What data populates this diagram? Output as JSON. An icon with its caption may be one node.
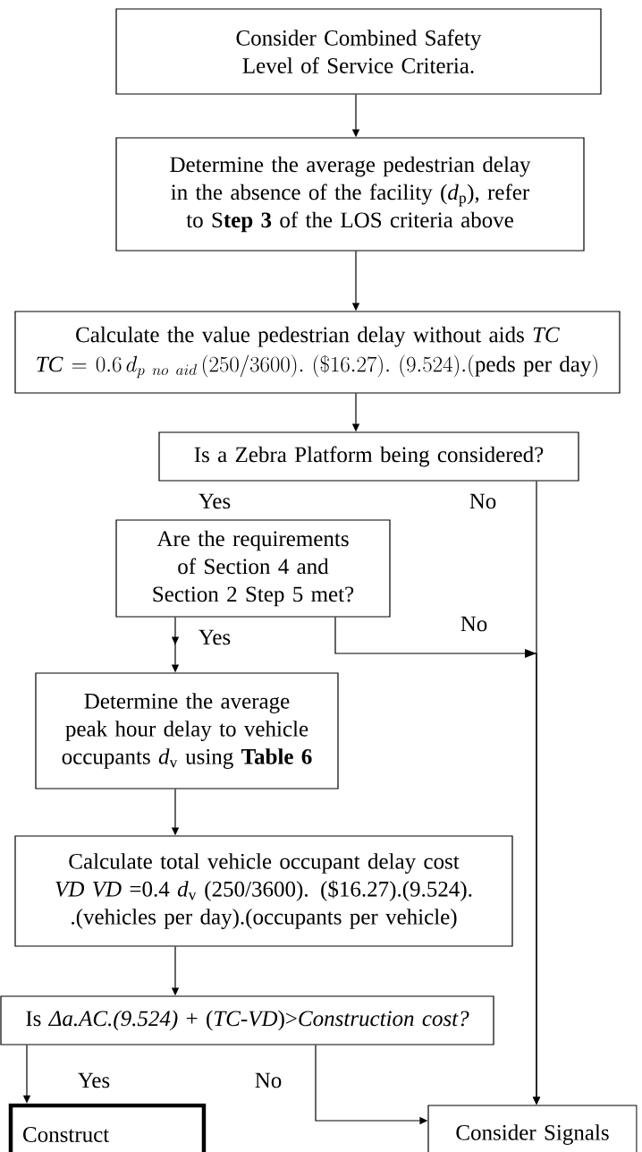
{
  "diagram": {
    "nodes": [
      {
        "text": [
          "Consider Combined Safety Level of Service Criteria."
        ]
      },
      {
        "text": [
          "Determine the average pedestrian delay in the absence of the facility (*d*$_{p}$), refer to S**tep 3** of the LOS criteria above"
        ]
      },
      {
        "text": [
          "Calculate the value pedestrian delay without aids *TC*",
          "\\mathit{TC}=0.6\\,d_{p\\ no\\ aid}\\,(250/3600).\\ (\\$16.27).\\ (9.524).(\\mathrm{peds\\ per\\ day})"
        ]
      },
      {
        "text": [
          "Is a Zebra Platform being considered?"
        ]
      },
      {
        "text": [
          "Are the requirements of Section 4 and Section 2 Step 5 met?"
        ]
      },
      {
        "text": [
          "Determine the average peak hour delay to vehicle occupants *d*$_{v}$ using **Table 6**"
        ]
      },
      {
        "text": [
          "Calculate total vehicle occupant delay cost *VD* *VD* =0.4 *d*$_{v}$ (250/3600). ($16.27).(9.524). .(vehicles per day).(occupants per vehicle)"
        ]
      },
      {
        "text": [
          "Is *Δa.AC.(9.524)* + (*TC-VD*)>*Construction cost?*"
        ]
      },
      {
        "text": [
          "Construct"
        ]
      },
      {
        "text": [
          "Consider Signals"
        ]
      }
    ],
    "edges": [
      {
        "from": 0,
        "to": 1,
        "arrow": "to"
      },
      {
        "from": 1,
        "to": 2,
        "arrow": "to"
      },
      {
        "from": 2,
        "to": 3,
        "arrow": "to"
      },
      {
        "from": 3,
        "to": 9,
        "arrow": "to",
        "label": "No"
      },
      {
        "from": 4,
        "to": 5,
        "arrow": "to",
        "label": "Yes"
      },
      {
        "from": 4,
        "to": 9,
        "arrow": "to",
        "label": "No"
      },
      {
        "from": 5,
        "to": 6,
        "arrow": "to"
      },
      {
        "from": 6,
        "to": 7,
        "arrow": "to"
      },
      {
        "from": 7,
        "to": 8,
        "arrow": "to",
        "label": "Yes"
      },
      {
        "from": 7,
        "to": 9,
        "arrow": "to",
        "label": "No"
      }
    ],
    "labels": [
      "Yes"
    ]
  }
}
